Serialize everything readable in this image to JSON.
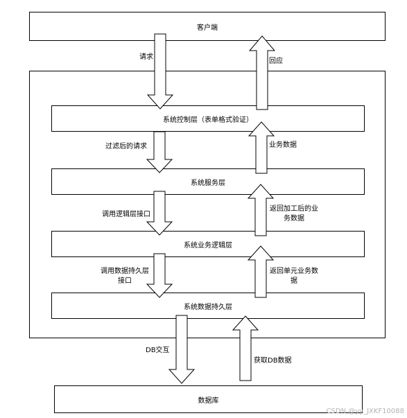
{
  "boxes": {
    "client": "客户端",
    "controller": "系统控制层（表单格式验证）",
    "service": "系统服务层",
    "business": "系统业务逻辑层",
    "persistence": "系统数据持久层",
    "database": "数据库"
  },
  "down_labels": {
    "request": "请求",
    "filtered_request": "过滤后的请求",
    "call_logic_interface": "调用逻辑层接口",
    "call_persistence_interface": "调用数据持久层\n接口",
    "db_interaction": "DB交互"
  },
  "up_labels": {
    "response": "回应",
    "business_data": "业务数据",
    "processed_business_data": "返回加工后的业\n务数据",
    "unit_business_data": "返回单元业务数\n据",
    "fetch_db_data": "获取DB数据"
  },
  "watermark": "CSDN @yy_JXKF10088"
}
